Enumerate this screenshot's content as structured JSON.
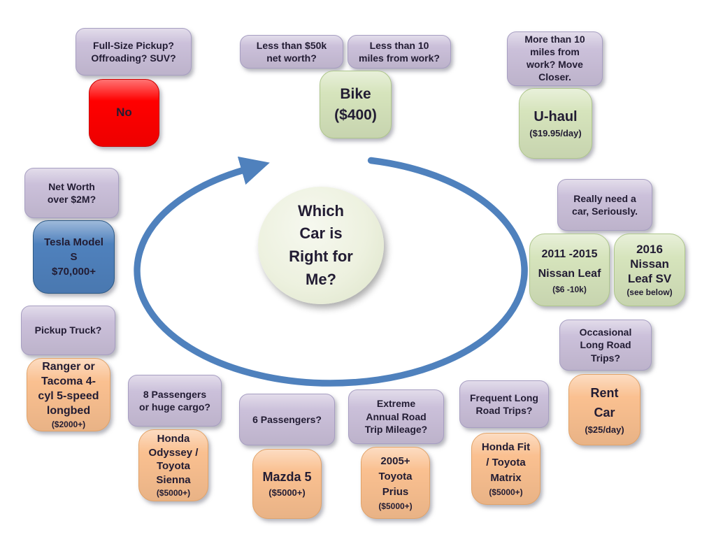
{
  "colors": {
    "purple": "#CBC0DA",
    "purple_border": "#A79EC2",
    "green": "#D6E4BC",
    "green_border": "#AFC78C",
    "orange": "#FAC090",
    "orange_border": "#E2A368",
    "blue": "#4F81BD",
    "blue_border": "#2C5985",
    "red": "#FF0000",
    "red_border": "#CC0000",
    "arrow": "#4F81BD",
    "circle": "#EDF1DF",
    "text": "#221C33"
  },
  "center": {
    "text": "Which\nCar is\nRight for\nMe?"
  },
  "nodes": {
    "full_size_pickup": {
      "text": "Full-Size Pickup?\nOffroading? SUV?"
    },
    "no": {
      "text": "No"
    },
    "less_50k": {
      "text": "Less than $50k\nnet worth?"
    },
    "less_10_miles": {
      "text": "Less than 10\nmiles from work?"
    },
    "bike": {
      "text": "Bike\n($400)"
    },
    "more_10_miles": {
      "text": "More than 10\nmiles from\nwork? Move\nCloser."
    },
    "uhaul": {
      "text": "U-haul",
      "sub": "($19.95/day)"
    },
    "net_worth_2m": {
      "text": "Net Worth\nover $2M?"
    },
    "tesla": {
      "text": "Tesla Model\nS\n$70,000+"
    },
    "pickup_truck": {
      "text": "Pickup Truck?"
    },
    "ranger": {
      "text": "Ranger or\nTacoma 4-\ncyl 5-speed\nlongbed",
      "sub": "($2000+)"
    },
    "really_need": {
      "text": "Really need a\ncar, Seriously."
    },
    "leaf_2011": {
      "text": "2011 -2015\nNissan Leaf",
      "sub": "($6 -10k)"
    },
    "leaf_2016": {
      "text": "2016\nNissan\nLeaf SV",
      "sub": "(see below)"
    },
    "occasional_trips": {
      "text": "Occasional\nLong Road\nTrips?"
    },
    "rent_car": {
      "text": "Rent\nCar",
      "sub": "($25/day)"
    },
    "eight_passengers": {
      "text": "8 Passengers\nor huge cargo?"
    },
    "odyssey_sienna": {
      "text": "Honda\nOdyssey /\nToyota\nSienna",
      "sub": "($5000+)"
    },
    "six_passengers": {
      "text": "6 Passengers?"
    },
    "mazda5": {
      "text": "Mazda 5",
      "sub": "($5000+)"
    },
    "extreme_mileage": {
      "text": "Extreme\nAnnual Road\nTrip Mileage?"
    },
    "prius": {
      "text": "2005+\nToyota\nPrius",
      "sub": "($5000+)"
    },
    "frequent_trips": {
      "text": "Frequent Long\nRoad Trips?"
    },
    "honda_fit_matrix": {
      "text": "Honda Fit\n/ Toyota\nMatrix",
      "sub": "($5000+)"
    }
  }
}
